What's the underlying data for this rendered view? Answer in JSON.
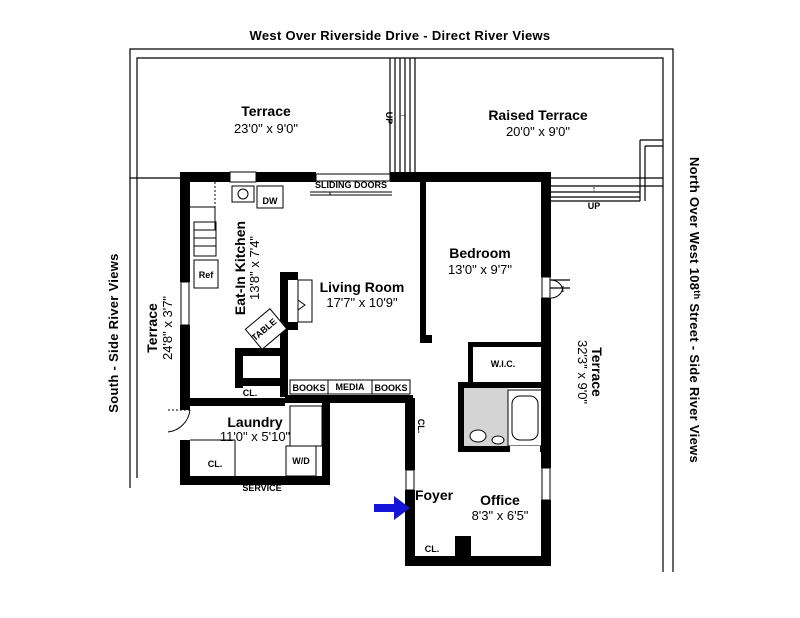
{
  "orientation": {
    "top": "West Over Riverside Drive - Direct River Views",
    "left": "South - Side River Views",
    "right_1": "North Over West 108",
    "right_sup": "th",
    "right_2": " Street - Side River Views"
  },
  "rooms": {
    "terrace_top": {
      "name": "Terrace",
      "dim": "23'0\" x 9'0\""
    },
    "raised_terrace": {
      "name": "Raised Terrace",
      "dim": "20'0\" x 9'0\""
    },
    "terrace_left": {
      "name": "Terrace",
      "dim": "24'8\" x 3'7\""
    },
    "terrace_right": {
      "name": "Terrace",
      "dim": "32'3\" x 9'0\""
    },
    "kitchen": {
      "name": "Eat-In Kitchen",
      "dim": "13'8\" x 7'4\""
    },
    "living": {
      "name": "Living Room",
      "dim": "17'7\" x 10'9\""
    },
    "bedroom": {
      "name": "Bedroom",
      "dim": "13'0\" x 9'7\""
    },
    "laundry": {
      "name": "Laundry",
      "dim": "11'0\" x 5'10\""
    },
    "foyer": {
      "name": "Foyer"
    },
    "office": {
      "name": "Office",
      "dim": "8'3\" x 6'5\""
    }
  },
  "labels": {
    "up": "UP",
    "dw": "DW",
    "ref": "Ref",
    "table": "TABLE",
    "sliding_doors": "SLIDING DOORS",
    "books": "BOOKS",
    "media": "MEDIA",
    "cl": "CL.",
    "wic": "W.I.C.",
    "wd": "W/D",
    "service": "SERVICE"
  },
  "colors": {
    "wall": "#000000",
    "arrow": "#1515d8",
    "bath": "#d4d4d4"
  }
}
